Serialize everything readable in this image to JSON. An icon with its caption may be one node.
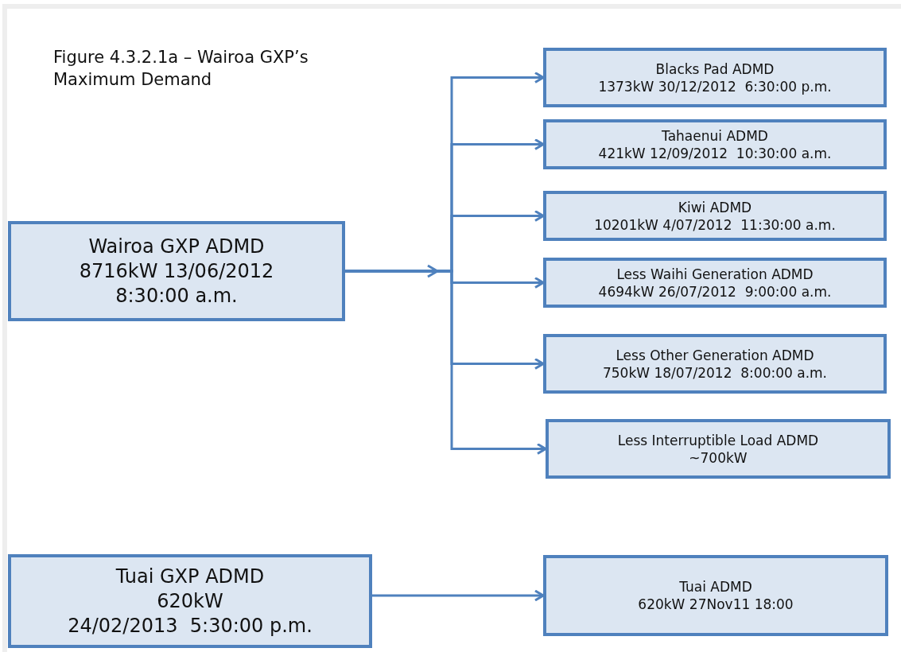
{
  "diagram": {
    "title": "Figure 4.3.2.1a – Wairoa GXP’s Maximum Demand",
    "nodes": [
      {
        "text": [
          "Wairoa GXP ADMD",
          "8716kW 13/06/2012 8:30:00 a.m."
        ]
      },
      {
        "text": [
          "Blacks Pad ADMD",
          "1373kW 30/12/2012  6:30:00 p.m."
        ]
      },
      {
        "text": [
          "Tahaenui ADMD",
          "421kW 12/09/2012  10:30:00 a.m."
        ]
      },
      {
        "text": [
          "Kiwi ADMD",
          "10201kW 4/07/2012  11:30:00 a.m."
        ]
      },
      {
        "text": [
          "Less Waihi Generation ADMD",
          "4694kW 26/07/2012  9:00:00 a.m."
        ]
      },
      {
        "text": [
          "Less Other Generation ADMD",
          "750kW 18/07/2012  8:00:00 a.m."
        ]
      },
      {
        "text": [
          "Less Interruptible Load ADMD",
          "~700kW"
        ]
      },
      {
        "text": [
          "Tuai GXP ADMD",
          "620kW",
          "24/02/2013  5:30:00 p.m."
        ]
      },
      {
        "text": [
          "Tuai ADMD",
          "620kW 27Nov11 18:00"
        ]
      }
    ],
    "edges": [
      {
        "from": 0,
        "to": 1,
        "arrow": "to"
      },
      {
        "from": 0,
        "to": 2,
        "arrow": "to"
      },
      {
        "from": 0,
        "to": 3,
        "arrow": "to"
      },
      {
        "from": 0,
        "to": 4,
        "arrow": "to"
      },
      {
        "from": 0,
        "to": 5,
        "arrow": "to"
      },
      {
        "from": 0,
        "to": 6,
        "arrow": "to"
      },
      {
        "from": 7,
        "to": 8,
        "arrow": "to"
      }
    ]
  }
}
